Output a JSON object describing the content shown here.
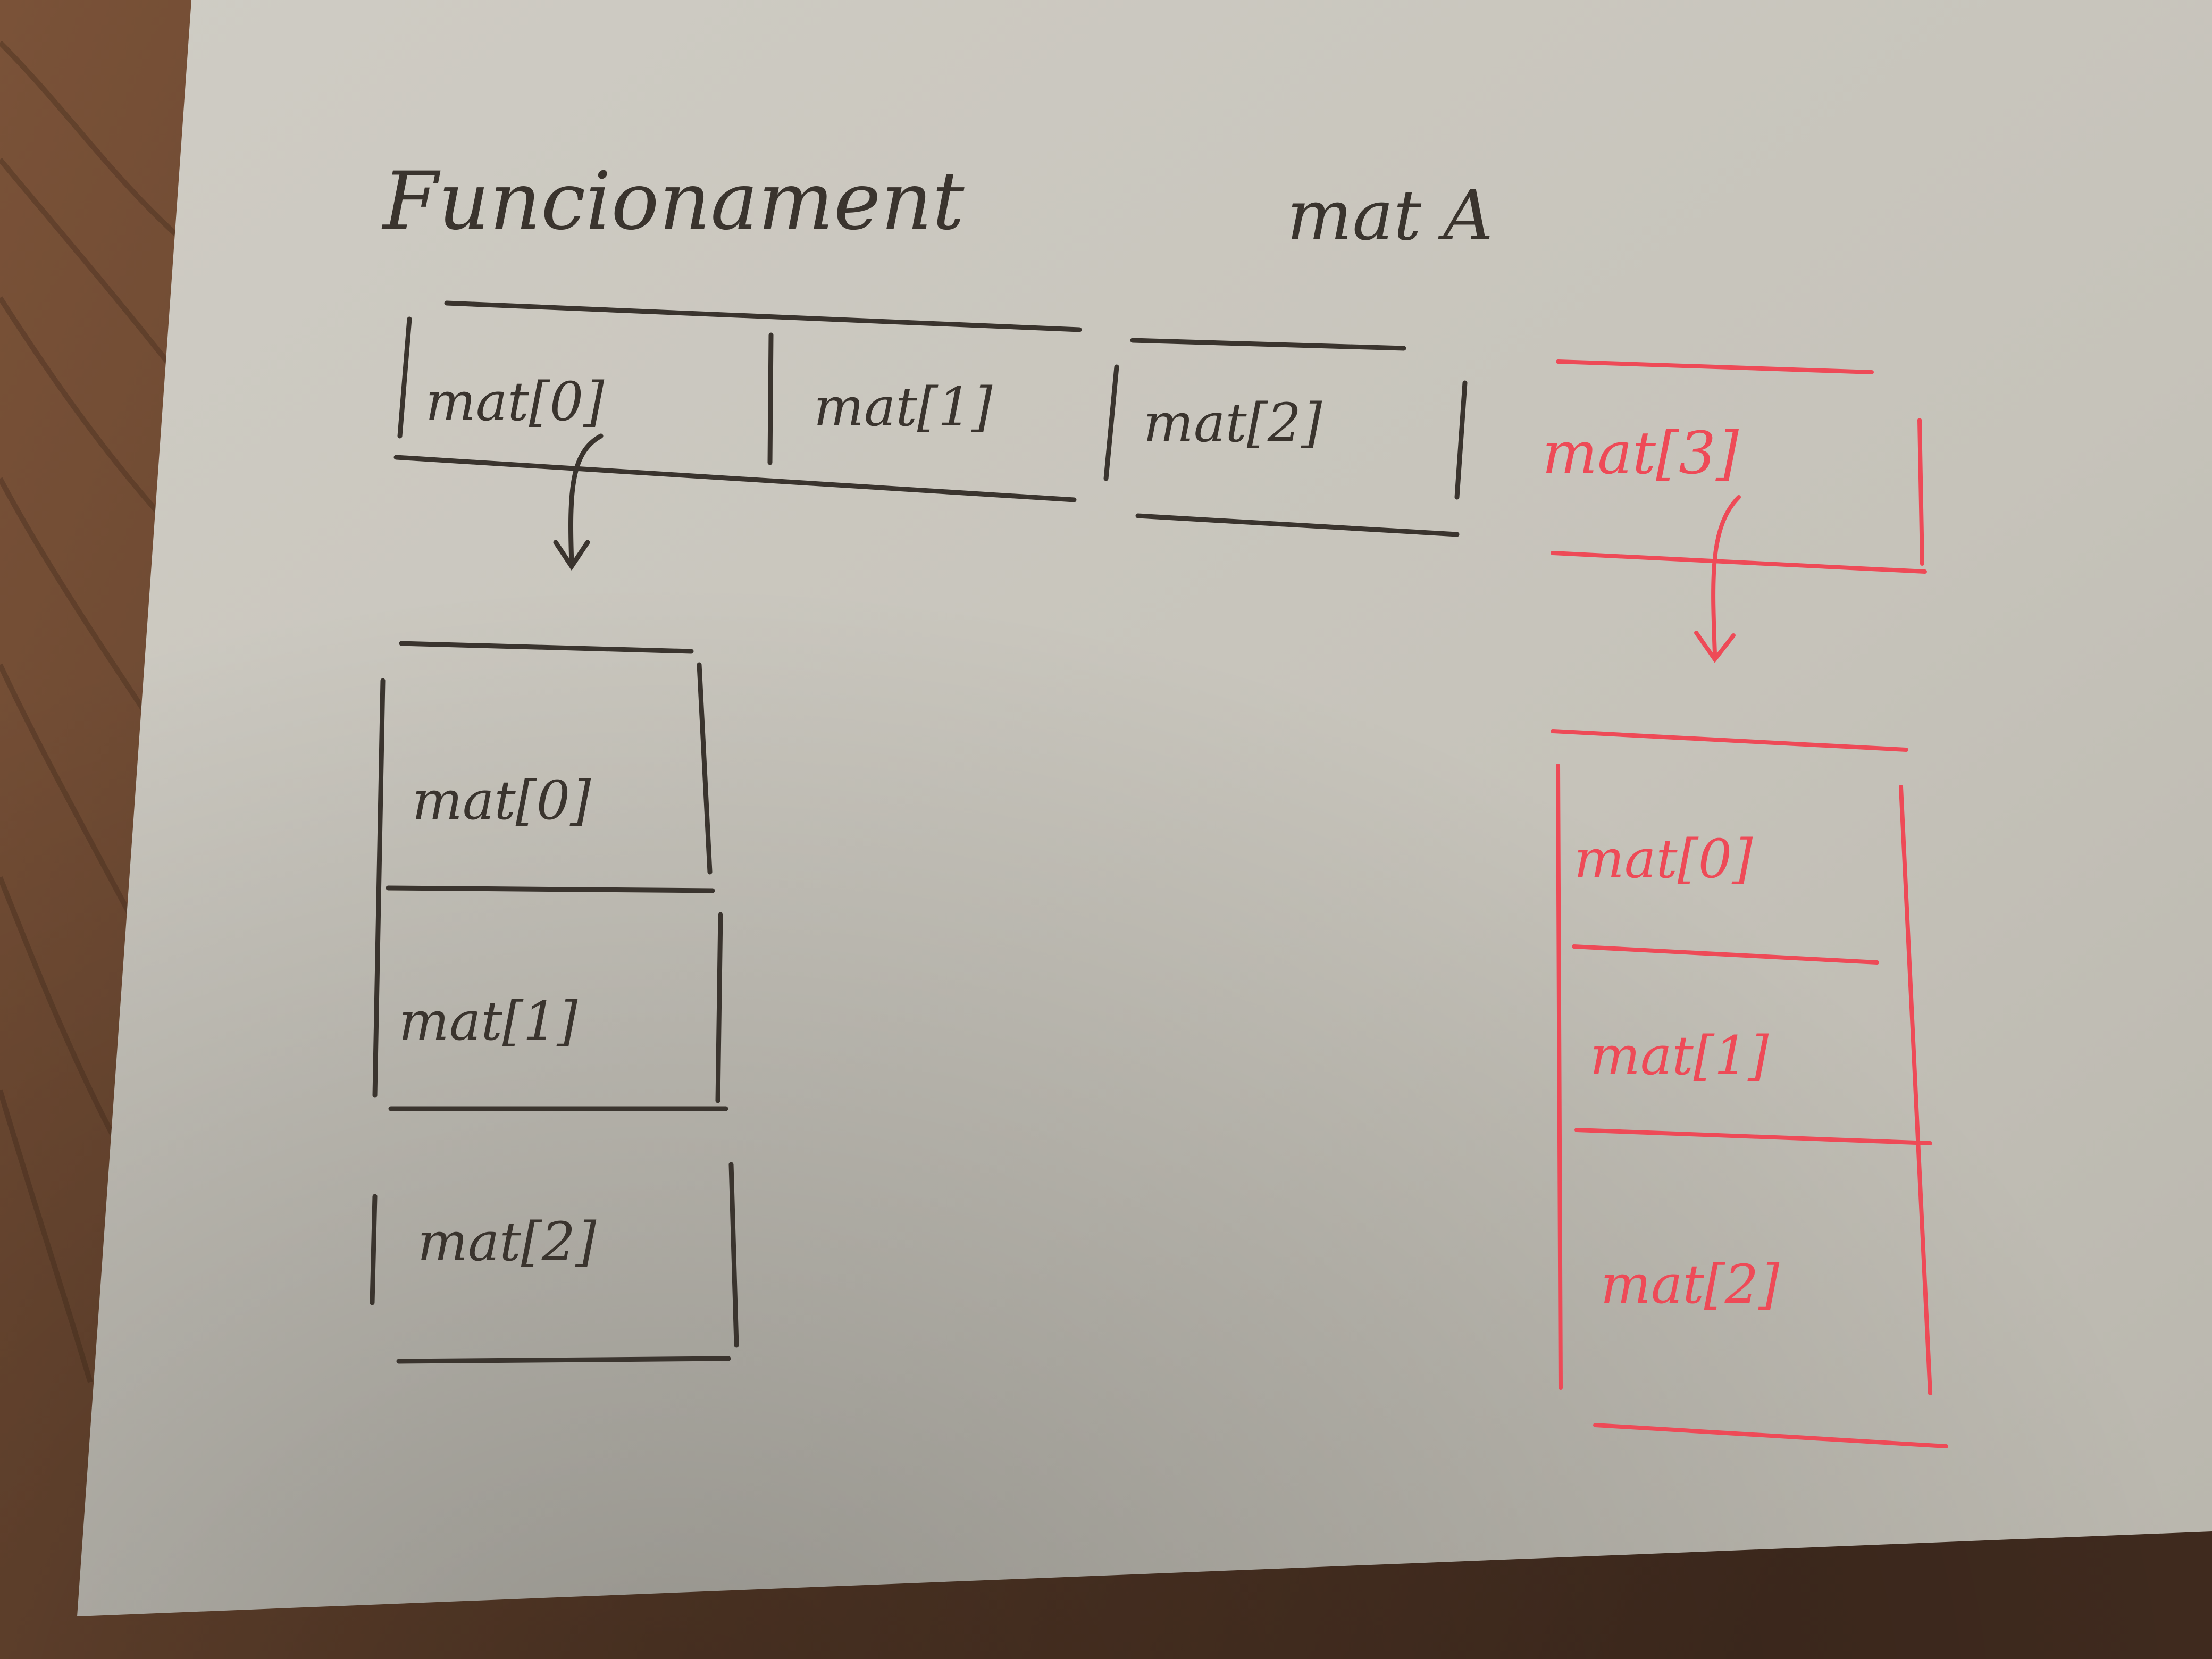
{
  "colors": {
    "table_wood": "#6b4a33",
    "paper": "#c9c6bd",
    "ink_dark": "#3a342e",
    "ink_red": "#ee4a57"
  },
  "diagram": {
    "title": "Funcionament",
    "title_suffix": "mat A",
    "top_row": {
      "cells": [
        "mat[0]",
        "mat[1]",
        "mat[2]"
      ],
      "red_cell": "mat[3]"
    },
    "left_column": {
      "cells": [
        "mat[0]",
        "mat[1]",
        "mat[2]"
      ]
    },
    "right_column": {
      "cells": [
        "mat[0]",
        "mat[1]",
        "mat[2]"
      ]
    }
  }
}
